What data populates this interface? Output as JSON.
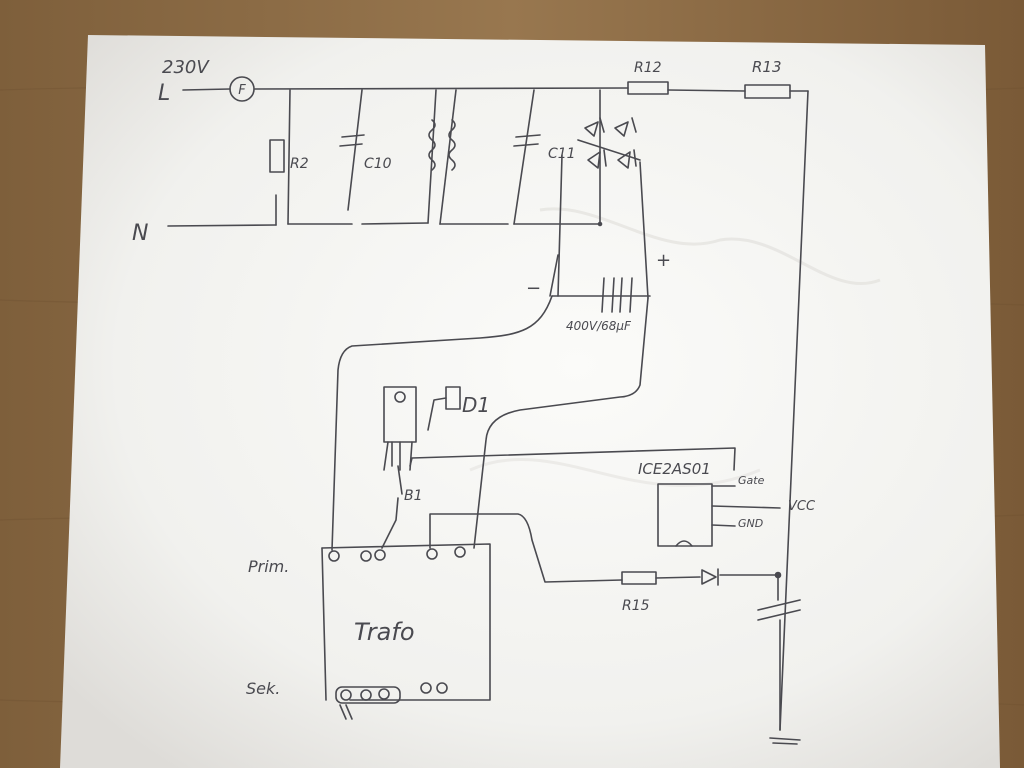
{
  "labels": {
    "voltage": "230V",
    "line": "L",
    "neutral": "N",
    "fuse_symbol": "F",
    "r2": "R2",
    "c10": "C10",
    "c11": "C11",
    "r12": "R12",
    "r13": "R13",
    "plus": "+",
    "minus": "−",
    "cap_rating": "400V/68µF",
    "d1": "D1",
    "b1": "B1",
    "ic": "ICE2AS01",
    "pin_gate": "Gate",
    "pin_gnd": "GND",
    "pin_vcc": "VCC",
    "r15": "R15",
    "primary": "Prim.",
    "transformer": "Trafo",
    "secondary": "Sek."
  },
  "colors": {
    "table": "#8a6a44",
    "paper": "#f6f6f3",
    "pencil": "#4a4a50"
  }
}
